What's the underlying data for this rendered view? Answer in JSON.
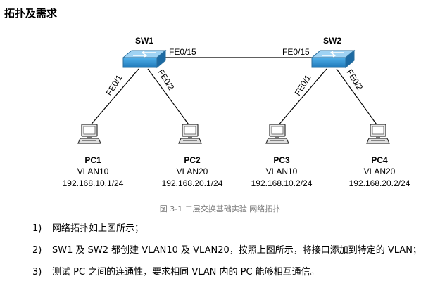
{
  "heading": "拓扑及需求",
  "switches": [
    {
      "name": "SW1"
    },
    {
      "name": "SW2"
    }
  ],
  "trunk": {
    "left_port": "FE0/15",
    "right_port": "FE0/15"
  },
  "access_ports": [
    "FE0/1",
    "FE0/2",
    "FE0/1",
    "FE0/2"
  ],
  "pcs": [
    {
      "name": "PC1",
      "vlan": "VLAN10",
      "ip": "192.168.10.1/24"
    },
    {
      "name": "PC2",
      "vlan": "VLAN20",
      "ip": "192.168.20.1/24"
    },
    {
      "name": "PC3",
      "vlan": "VLAN10",
      "ip": "192.168.10.2/24"
    },
    {
      "name": "PC4",
      "vlan": "VLAN20",
      "ip": "192.168.20.2/24"
    }
  ],
  "caption": "图 3-1  二层交换基础实验  网络拓扑",
  "requirements": [
    {
      "num": "1)",
      "text": "网络拓扑如上图所示；"
    },
    {
      "num": "2)",
      "text": "SW1 及 SW2 都创建 VLAN10  及 VLAN20，按照上图所示，将接口添加到特定的 VLAN；"
    },
    {
      "num": "3)",
      "text": "测试 PC 之间的连通性，要求相同 VLAN 内的 PC 能够相互通信。"
    }
  ],
  "colors": {
    "switch_face": "#3a9ad9",
    "switch_top": "#8cc8f0",
    "link": "#000000",
    "pc": "#5a5a5a"
  }
}
